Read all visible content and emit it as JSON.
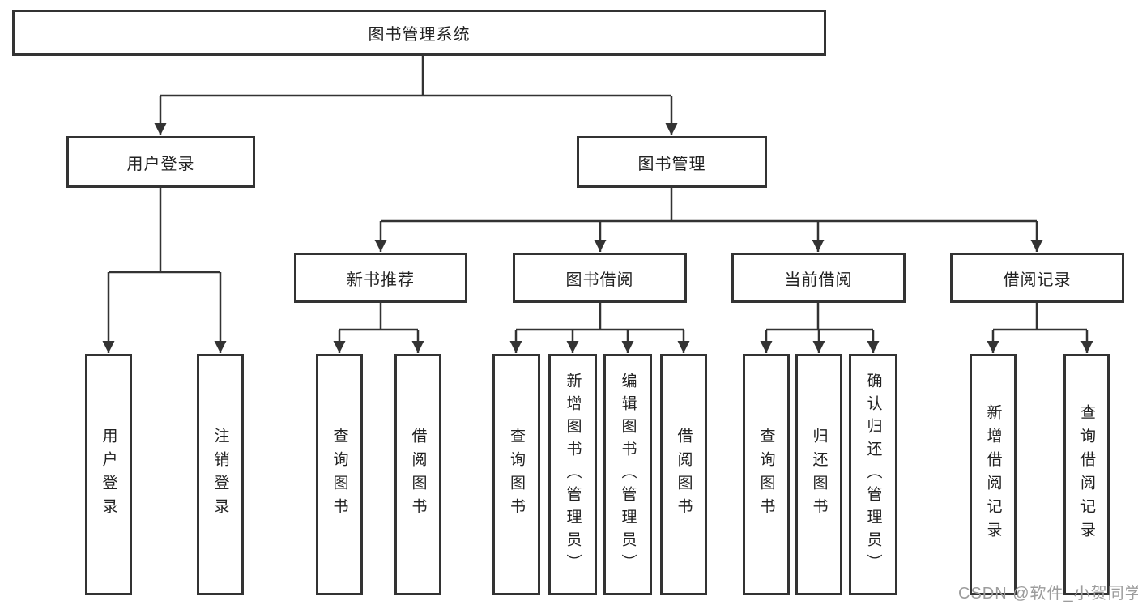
{
  "diagram": {
    "title": "图书管理系统",
    "root": {
      "label": "图书管理系统"
    },
    "level2": {
      "user_login": {
        "label": "用户登录"
      },
      "book_mgmt": {
        "label": "图书管理"
      }
    },
    "level3": {
      "new_book_rec": {
        "label": "新书推荐"
      },
      "book_borrow": {
        "label": "图书借阅"
      },
      "current_borrow": {
        "label": "当前借阅"
      },
      "borrow_log": {
        "label": "借阅记录"
      }
    },
    "leaves": {
      "user_login": [
        "用户登录",
        "注销登录"
      ],
      "new_book_rec": [
        "查询图书",
        "借阅图书"
      ],
      "book_borrow": [
        "查询图书",
        "新增图书（管理员）",
        "编辑图书（管理员）",
        "借阅图书"
      ],
      "current_borrow": [
        "查询图书",
        "归还图书",
        "确认归还（管理员）"
      ],
      "borrow_log": [
        "新增借阅记录",
        "查询借阅记录"
      ]
    },
    "watermark": "CSDN @软件_小贺同学",
    "colors": {
      "line": "#333333",
      "box_border": "#333333",
      "text": "#222222",
      "background": "#ffffff",
      "watermark": "#9c9c9c"
    }
  }
}
